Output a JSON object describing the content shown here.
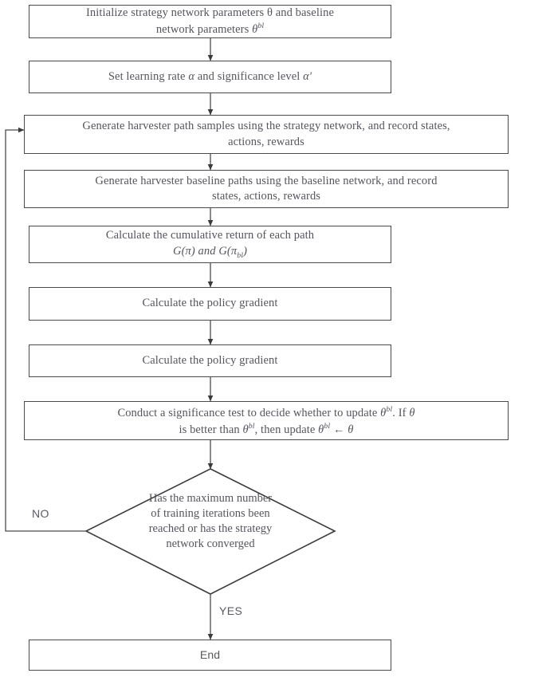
{
  "diagram": {
    "type": "flowchart",
    "title": "Reinforcement learning training flowchart for harvester path strategy network",
    "text_color": "#55555e",
    "border_color": "#4a4a4a",
    "background_color": "#ffffff",
    "nodes": [
      {
        "id": "init-params",
        "shape": "process",
        "line1": "Initialize strategy network parameters θ and baseline",
        "line2_prefix": "network parameters ",
        "line2_symbol": "θ",
        "line2_superscript": "bl"
      },
      {
        "id": "set-rates",
        "shape": "process",
        "line1_prefix": "Set learning rate ",
        "line1_symbol1": "α",
        "line1_mid": " and significance level ",
        "line1_symbol2": "α′"
      },
      {
        "id": "generate-path-samples",
        "shape": "process",
        "line1": "Generate harvester path samples using the strategy network, and record states,",
        "line2": "actions, rewards"
      },
      {
        "id": "generate-baseline-paths",
        "shape": "process",
        "line1": "Generate harvester baseline paths using the baseline network, and record",
        "line2": "states, actions, rewards"
      },
      {
        "id": "cumulative-return",
        "shape": "process",
        "line1": "Calculate the cumulative return of each path",
        "line2_math": "G(π) and G(πbl)"
      },
      {
        "id": "policy-gradient-1",
        "shape": "process",
        "line1": "Calculate the policy gradient"
      },
      {
        "id": "policy-gradient-2",
        "shape": "process",
        "line1": "Calculate the policy gradient"
      },
      {
        "id": "significance-test",
        "shape": "process",
        "line1_a": "Conduct a significance test to decide whether to update ",
        "line1_theta": "θ",
        "line1_sup": "bl",
        "line1_b": ". If ",
        "line1_theta2": "θ",
        "line2_a": "is better than ",
        "line2_theta": "θ",
        "line2_sup": "bl",
        "line2_b": ", then update ",
        "line2_theta2": "θ",
        "line2_sup2": "bl",
        "line2_c": " ← ",
        "line2_theta3": "θ"
      },
      {
        "id": "decision",
        "shape": "diamond",
        "line1": "Has the maximum number",
        "line2": "of training iterations been",
        "line3": "reached or has the strategy",
        "line4": "network converged"
      },
      {
        "id": "end",
        "shape": "process",
        "line1": "End"
      }
    ],
    "edge_labels": {
      "no": "NO",
      "yes": "YES"
    }
  }
}
